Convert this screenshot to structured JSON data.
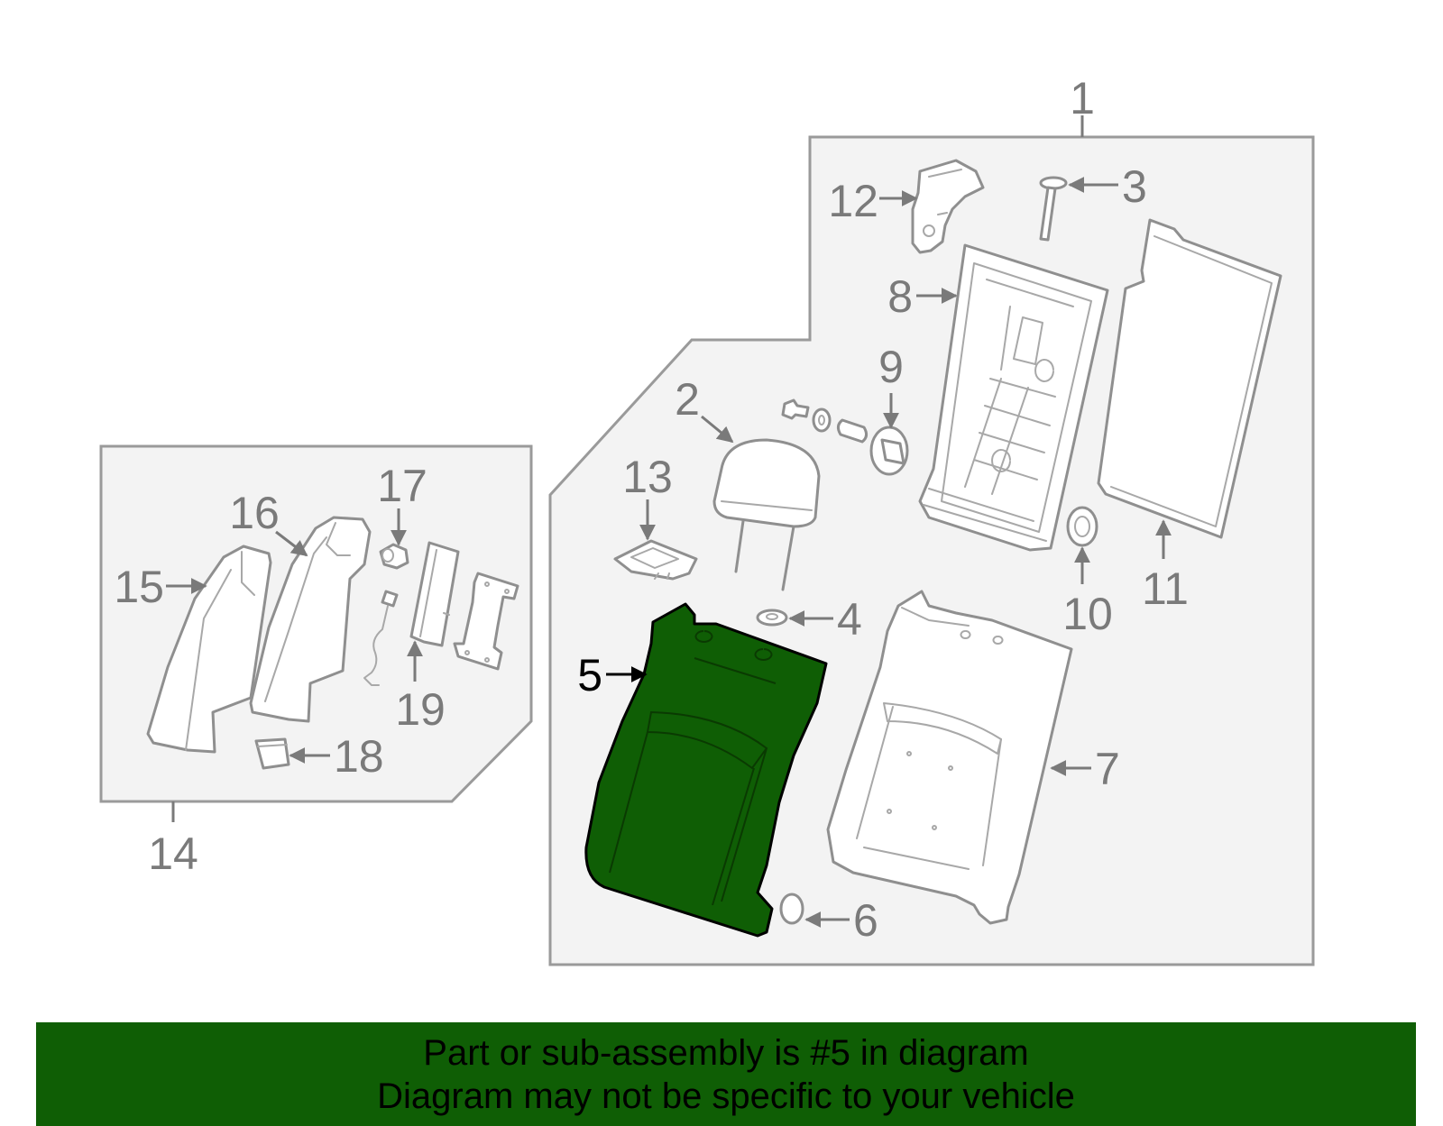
{
  "callouts": {
    "c1": "1",
    "c2": "2",
    "c3": "3",
    "c4": "4",
    "c5": "5",
    "c6": "6",
    "c7": "7",
    "c8": "8",
    "c9": "9",
    "c10": "10",
    "c11": "11",
    "c12": "12",
    "c13": "13",
    "c14": "14",
    "c15": "15",
    "c16": "16",
    "c17": "17",
    "c18": "18",
    "c19": "19"
  },
  "highlight": {
    "part": "5",
    "color": "#0f5e05"
  },
  "banner": {
    "line1": "Part or sub-assembly is #5 in diagram",
    "line2": "Diagram may not be specific to your vehicle",
    "color": "#0f5e05"
  }
}
